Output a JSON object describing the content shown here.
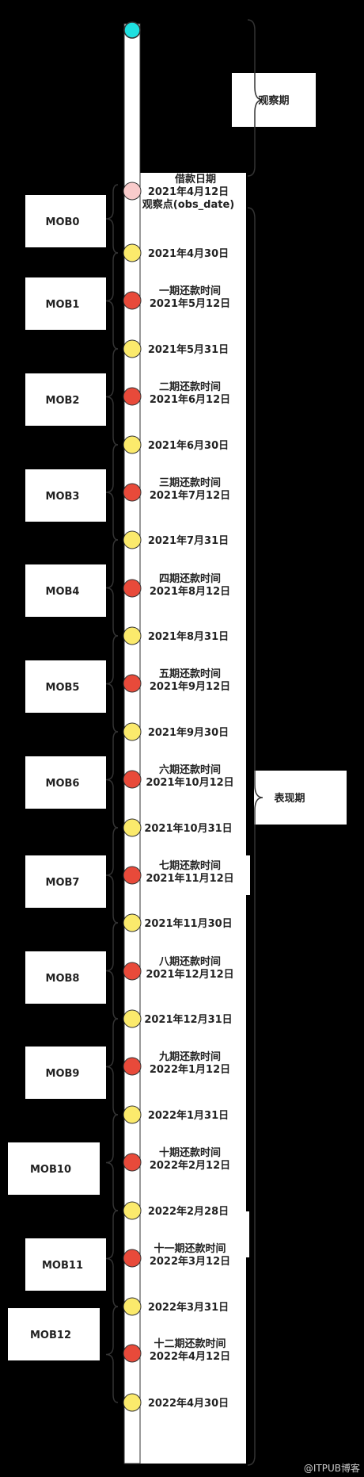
{
  "observation": {
    "label": "观察期",
    "start_event": {
      "lines": [
        "借款日期",
        "2021年4月12日",
        "观察点(obs_date)"
      ]
    }
  },
  "performance": {
    "label": "表现期"
  },
  "mob_labels": [
    "MOB0",
    "MOB1",
    "MOB2",
    "MOB3",
    "MOB4",
    "MOB5",
    "MOB6",
    "MOB7",
    "MOB8",
    "MOB9",
    "MOB10",
    "MOB11",
    "MOB12"
  ],
  "month_ends": [
    "2021年4月30日",
    "2021年5月31日",
    "2021年6月30日",
    "2021年7月31日",
    "2021年8月31日",
    "2021年9月30日",
    "2021年10月31日",
    "2021年11月30日",
    "2021年12月31日",
    "2022年1月31日",
    "2022年2月28日",
    "2022年3月31日",
    "2022年4月30日"
  ],
  "repayments": [
    {
      "title": "一期还款时间",
      "date": "2021年5月12日"
    },
    {
      "title": "二期还款时间",
      "date": "2021年6月12日"
    },
    {
      "title": "三期还款时间",
      "date": "2021年7月12日"
    },
    {
      "title": "四期还款时间",
      "date": "2021年8月12日"
    },
    {
      "title": "五期还款时间",
      "date": "2021年9月12日"
    },
    {
      "title": "六期还款时间",
      "date": "2021年10月12日"
    },
    {
      "title": "七期还款时间",
      "date": "2021年11月12日"
    },
    {
      "title": "八期还款时间",
      "date": "2021年12月12日"
    },
    {
      "title": "九期还款时间",
      "date": "2022年1月12日"
    },
    {
      "title": "十期还款时间",
      "date": "2022年2月12日"
    },
    {
      "title": "十一期还款时间",
      "date": "2022年3月12日"
    },
    {
      "title": "十二期还款时间",
      "date": "2022年4月12日"
    }
  ],
  "colors": {
    "start": "#1fe0e0",
    "loan": "#f9cbcb",
    "repay": "#e84a3a",
    "month_end": "#fbea6c"
  },
  "watermark": "@ITPUB博客"
}
